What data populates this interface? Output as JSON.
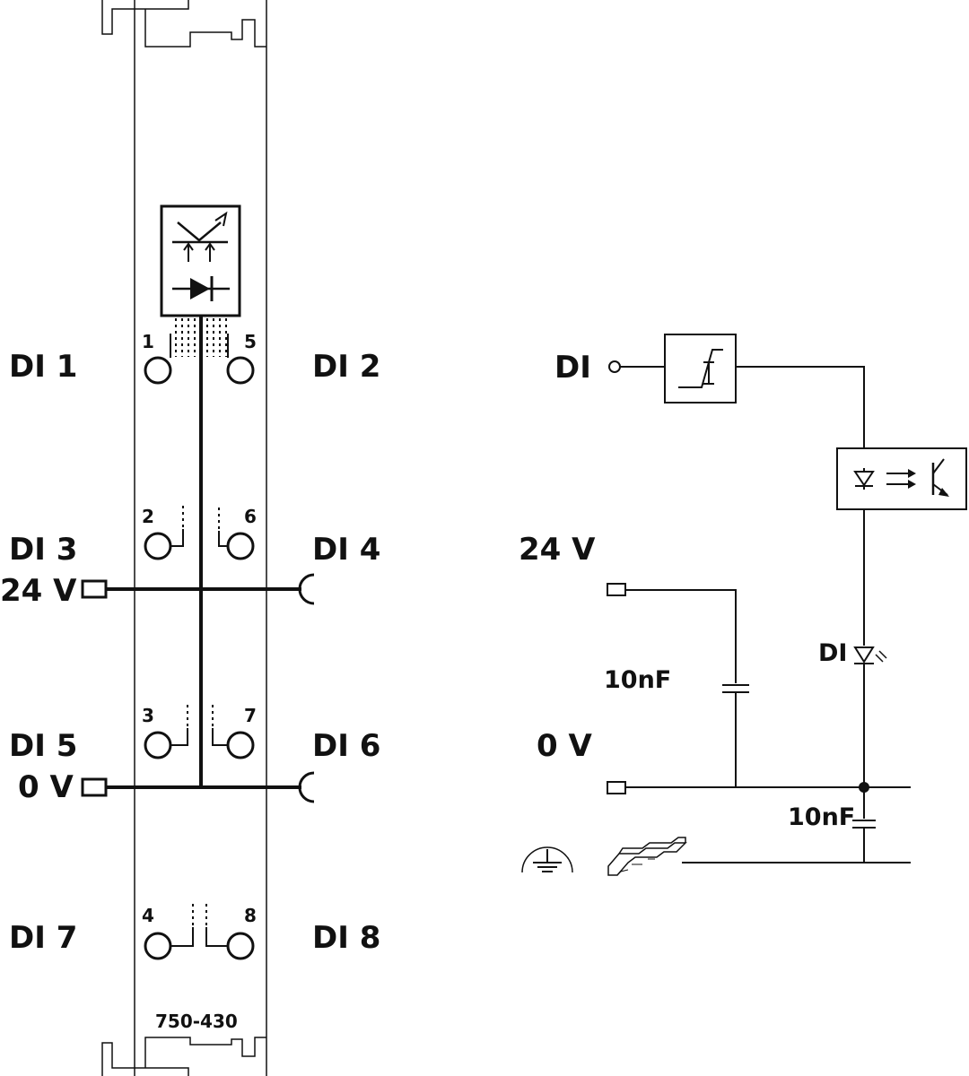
{
  "module": {
    "part_number": "750-430",
    "left_labels": [
      "DI 1",
      "DI 3",
      "DI 5",
      "DI 7"
    ],
    "right_labels": [
      "DI 2",
      "DI 4",
      "DI 6",
      "DI 8"
    ],
    "supply_24v": "24 V",
    "supply_0v": "0 V",
    "pins": [
      "1",
      "2",
      "3",
      "4",
      "5",
      "6",
      "7",
      "8"
    ]
  },
  "schematic": {
    "input_label": "DI",
    "supply_24v": "24 V",
    "supply_0v": "0 V",
    "cap_1": "10nF",
    "cap_2": "10nF",
    "led_label": "DI"
  }
}
